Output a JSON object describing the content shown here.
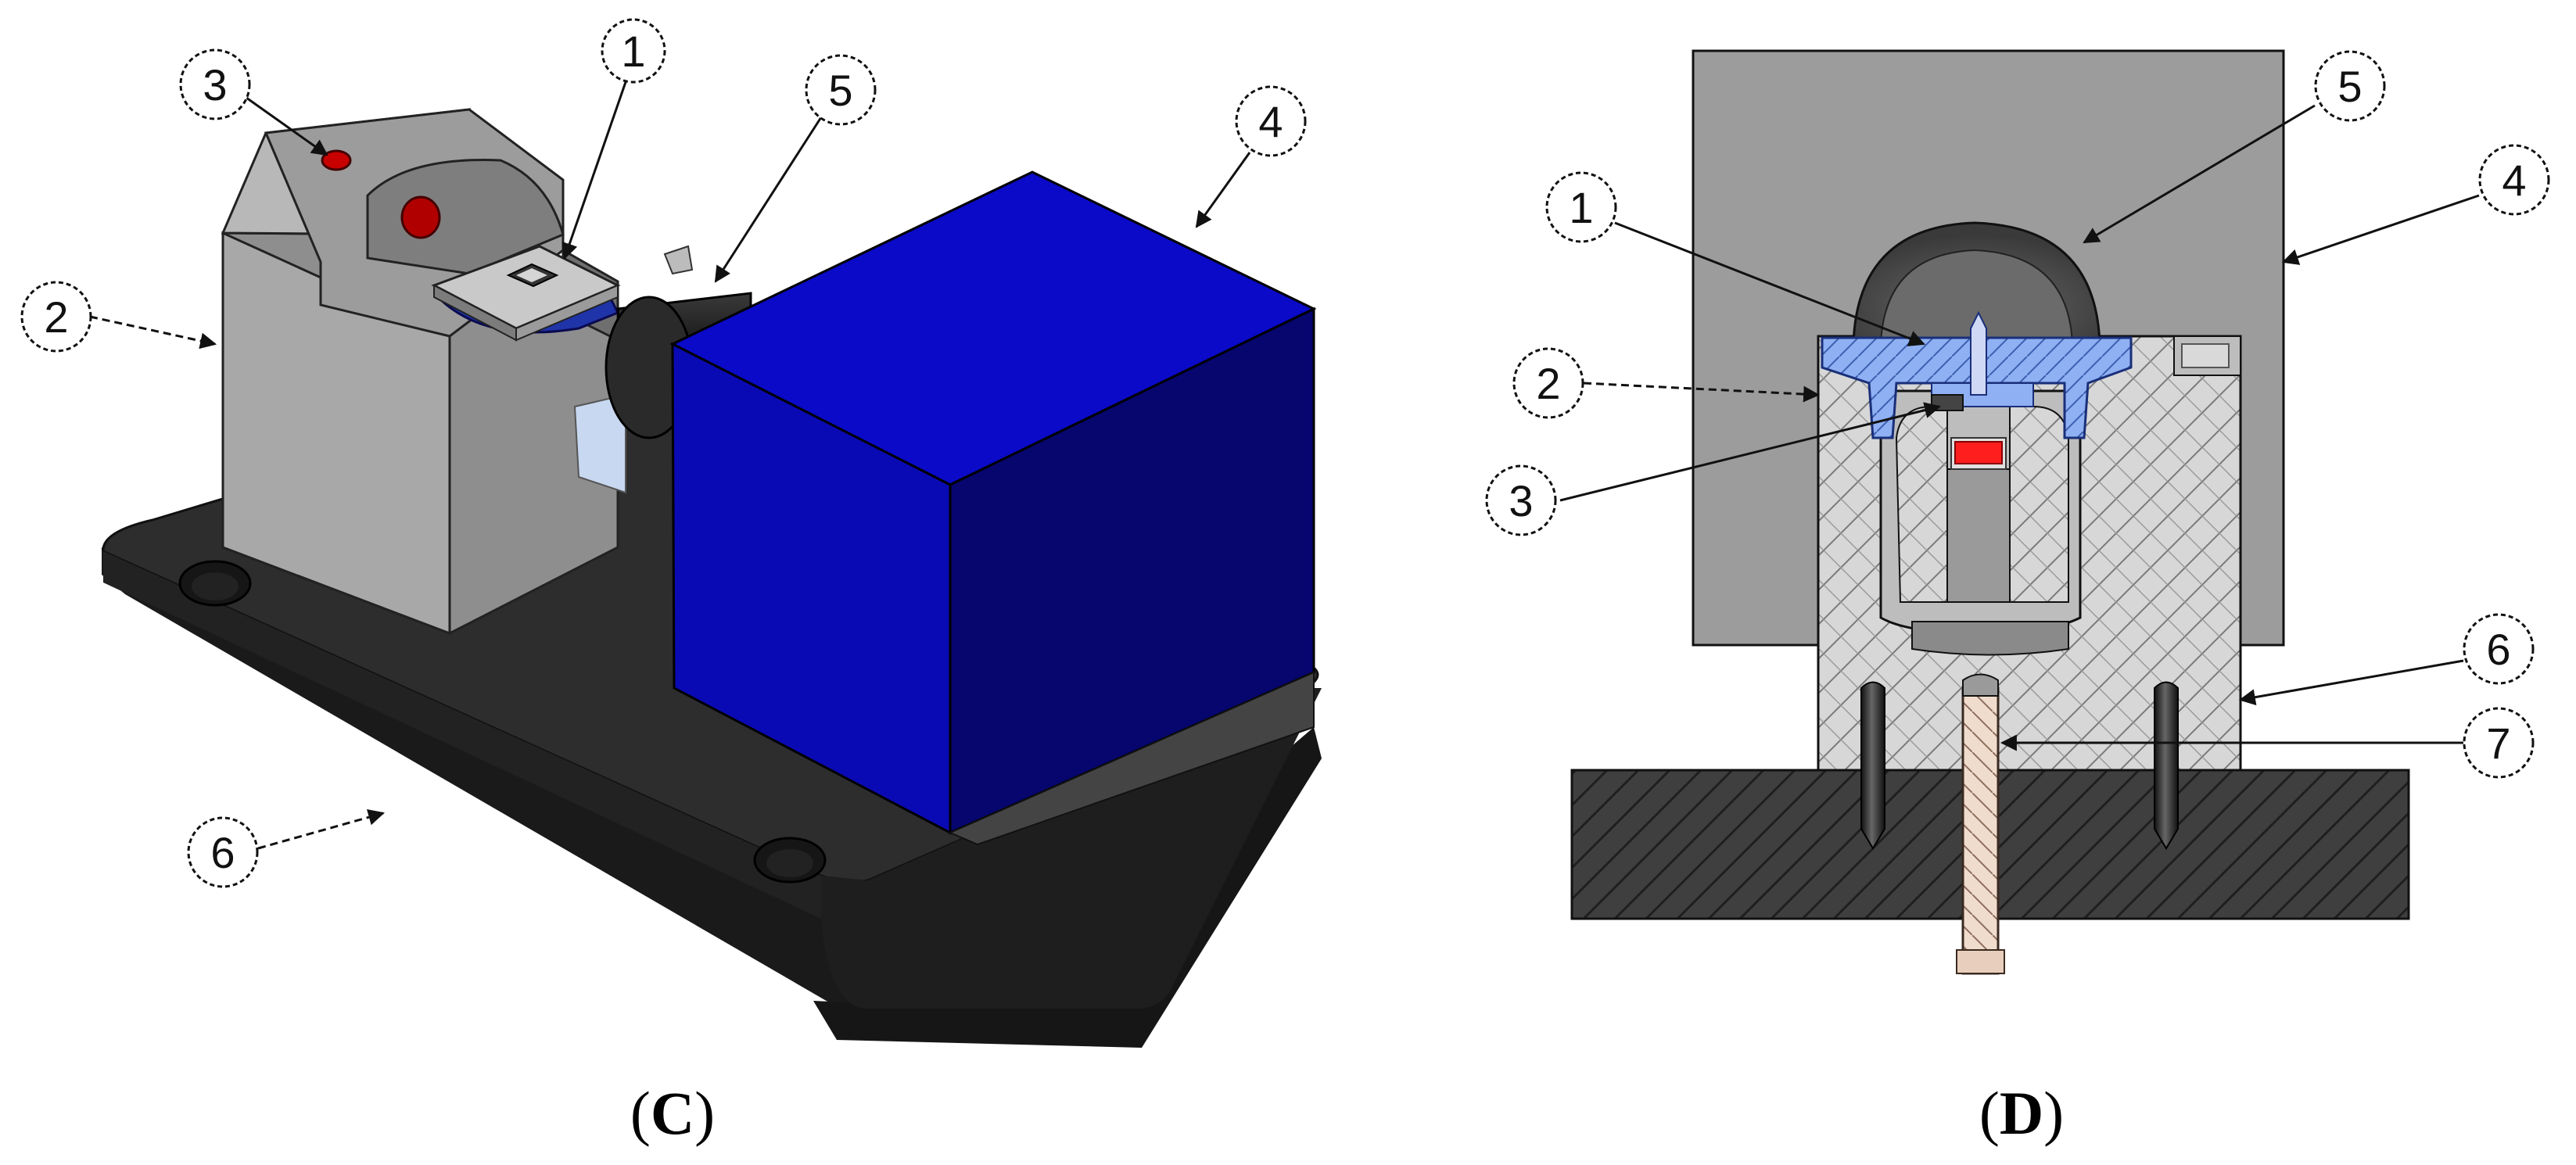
{
  "panels": [
    {
      "id": "C",
      "caption_open": "(",
      "caption_letter": "C",
      "caption_close": ")",
      "callouts": [
        "1",
        "2",
        "3",
        "4",
        "5",
        "6"
      ]
    },
    {
      "id": "D",
      "caption_open": "(",
      "caption_letter": "D",
      "caption_close": ")",
      "callouts": [
        "1",
        "2",
        "3",
        "4",
        "5",
        "6",
        "7"
      ]
    }
  ],
  "colors": {
    "cube_blue": "#0a0ac8",
    "base_dark": "#2b2b2b",
    "housing_gray": "#9a9a9a",
    "section_blue": "#8fb0f2",
    "section_red": "#ff1e1e",
    "background_block": "#9c9c9c",
    "hatch_light": "#d9d9d9",
    "hatch_dark": "#404040",
    "screw_tan": "#f0dccd"
  }
}
